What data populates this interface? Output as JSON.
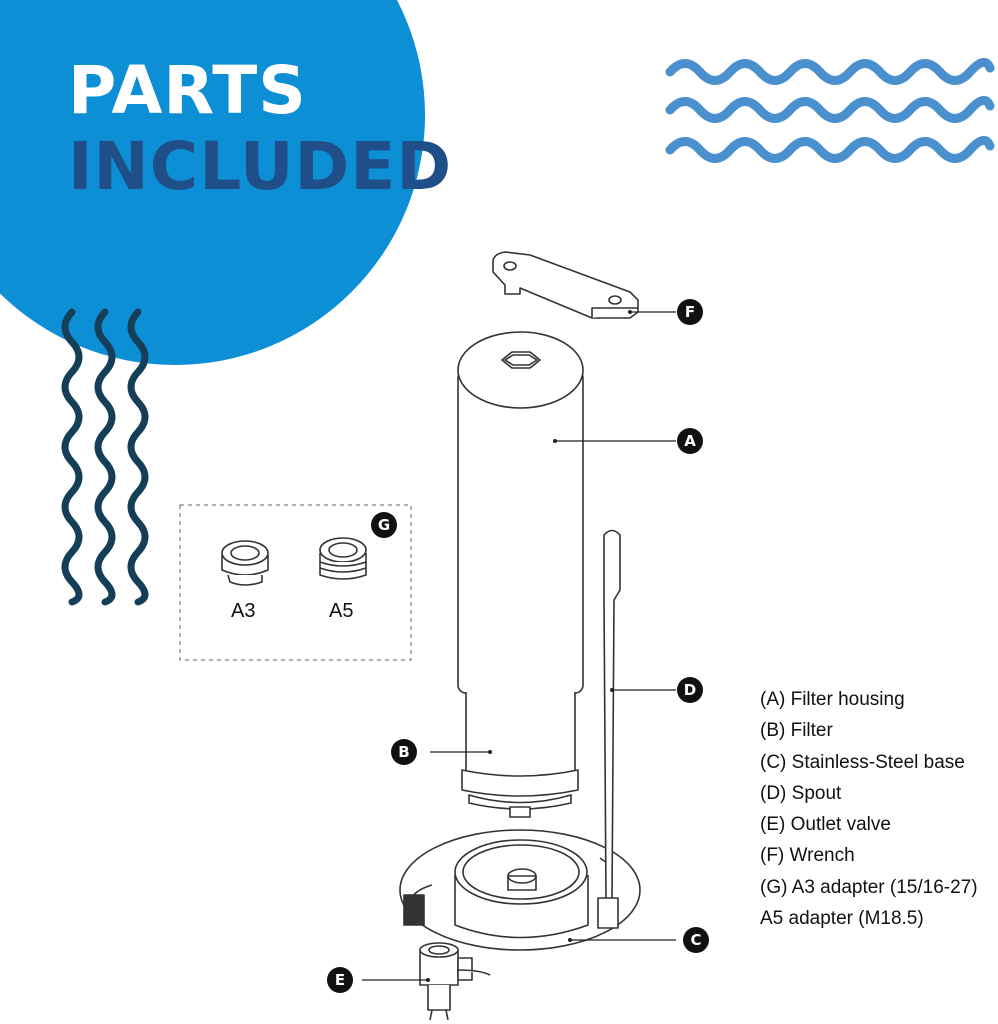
{
  "header": {
    "line1": "PARTS",
    "line2": "INCLUDED"
  },
  "colors": {
    "circle": "#0d8fd6",
    "title_dark": "#1f4e88",
    "waves_light": "#4a90cf",
    "waves_dark": "#143f57",
    "outline": "#333333"
  },
  "callouts": {
    "a": "A",
    "b": "B",
    "c": "C",
    "d": "D",
    "e": "E",
    "f": "F",
    "g": "G"
  },
  "adapters": {
    "a3": "A3",
    "a5": "A5"
  },
  "legend": [
    "(A) Filter housing",
    "(B) Filter",
    "(C) Stainless-Steel base",
    "(D) Spout",
    "(E) Outlet valve",
    "(F) Wrench",
    "(G) A3 adapter (15/16-27)",
    "A5 adapter (M18.5)"
  ]
}
